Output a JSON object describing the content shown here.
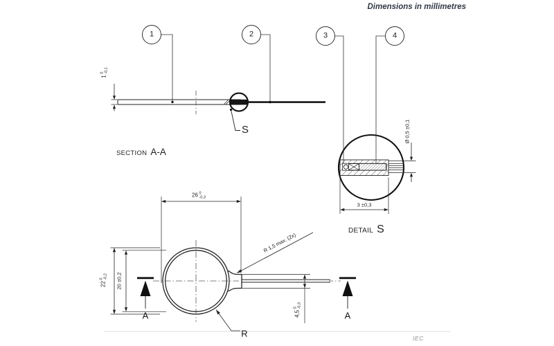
{
  "note": "Dimensions in millimetres",
  "footer_mark": "IEC",
  "balloons": [
    {
      "label": "1"
    },
    {
      "label": "2"
    },
    {
      "label": "3"
    },
    {
      "label": "4"
    }
  ],
  "section_view": {
    "title_prefix": "SECTION",
    "title_ref": "A-A",
    "detail_ref": "S",
    "thickness_dim": {
      "value": "1",
      "tol_upper": "0",
      "tol_lower": "-0,1"
    }
  },
  "detail_view": {
    "title_prefix": "DETAIL",
    "title_ref": "S",
    "wire_dia_dim": "Ø 0,5 ±0,1",
    "length_dim": "3 ±0,3"
  },
  "plan_view": {
    "overall_dim": {
      "value": "26",
      "tol_upper": "0",
      "tol_lower": "-0,3"
    },
    "outer_dia_dim": {
      "value": "22",
      "tol_upper": "0",
      "tol_lower": "-0,2"
    },
    "inner_dia_dim": "20 ±0,2",
    "tab_dim": {
      "value": "4,5",
      "tol_upper": "0",
      "tol_lower": "-0,3"
    },
    "fillet_note": "R 1,5 max. (2x)",
    "radius_ref": "R",
    "cut_label_left": "A",
    "cut_label_right": "A"
  },
  "colors": {
    "line": "#1f1f1f",
    "dim_line": "#3a3a3a",
    "note_text": "#323a46",
    "faint_rule": "#dcdcdc"
  }
}
